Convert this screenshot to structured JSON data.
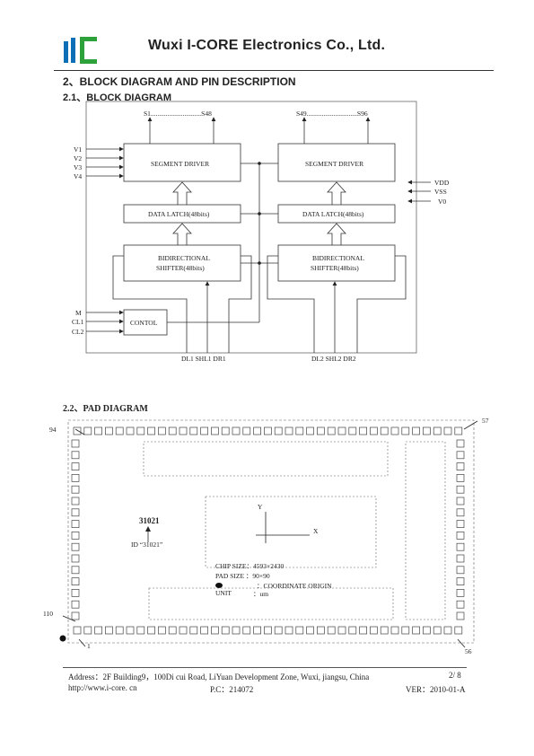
{
  "header": {
    "company": "Wuxi I-CORE Electronics Co., Ltd.",
    "logo": {
      "icon": "icore-logo-icon",
      "colors": [
        "#0b6fb8",
        "#2da23a"
      ]
    }
  },
  "sections": {
    "main_heading": "2、BLOCK DIAGRAM AND PIN DESCRIPTION",
    "block_heading": "2.1、BLOCK DIAGRAM",
    "pad_heading": "2.2、PAD DIAGRAM"
  },
  "block_diagram": {
    "top_left_pins": "S1..............................S48",
    "top_right_pins": "S49..............................S96",
    "left_inputs": [
      "V1",
      "V2",
      "V3",
      "V4"
    ],
    "right_inputs": [
      "VDD",
      "VSS",
      "V0"
    ],
    "segment_driver": "SEGMENT DRIVER",
    "data_latch": "DATA LATCH(48bits)",
    "shifter_line1": "BIDIRECTIONAL",
    "shifter_line2": "SHIFTER(48bits)",
    "control_inputs": [
      "M",
      "CL1",
      "CL2"
    ],
    "control": "CONTOL",
    "bottom_left_pins": "DL1 SHL1 DR1",
    "bottom_right_pins": "DL2 SHL2 DR2"
  },
  "pad_diagram": {
    "pad_57": "57",
    "pad_94": "94",
    "pad_110": "110",
    "pad_1": "1",
    "pad_56": "56",
    "id_number": "31021",
    "id_label": "ID  “31021”",
    "y_axis": "Y",
    "x_axis": "X",
    "chip_size": "CHIP SIZE：4593×2430",
    "pad_size": "PAD SIZE ：90×90",
    "origin": "：COORDINATE ORIGIN",
    "unit_label": "UNIT",
    "unit_value": "：um"
  },
  "footer": {
    "address": "Address：2F Building9，100Di cui Road, LiYuan Development Zone, Wuxi, jiangsu, China",
    "page": "2/ 8",
    "website": "http://www.i-core. cn",
    "postcode": "P.C：214072",
    "version": "VER：2010-01-A"
  }
}
